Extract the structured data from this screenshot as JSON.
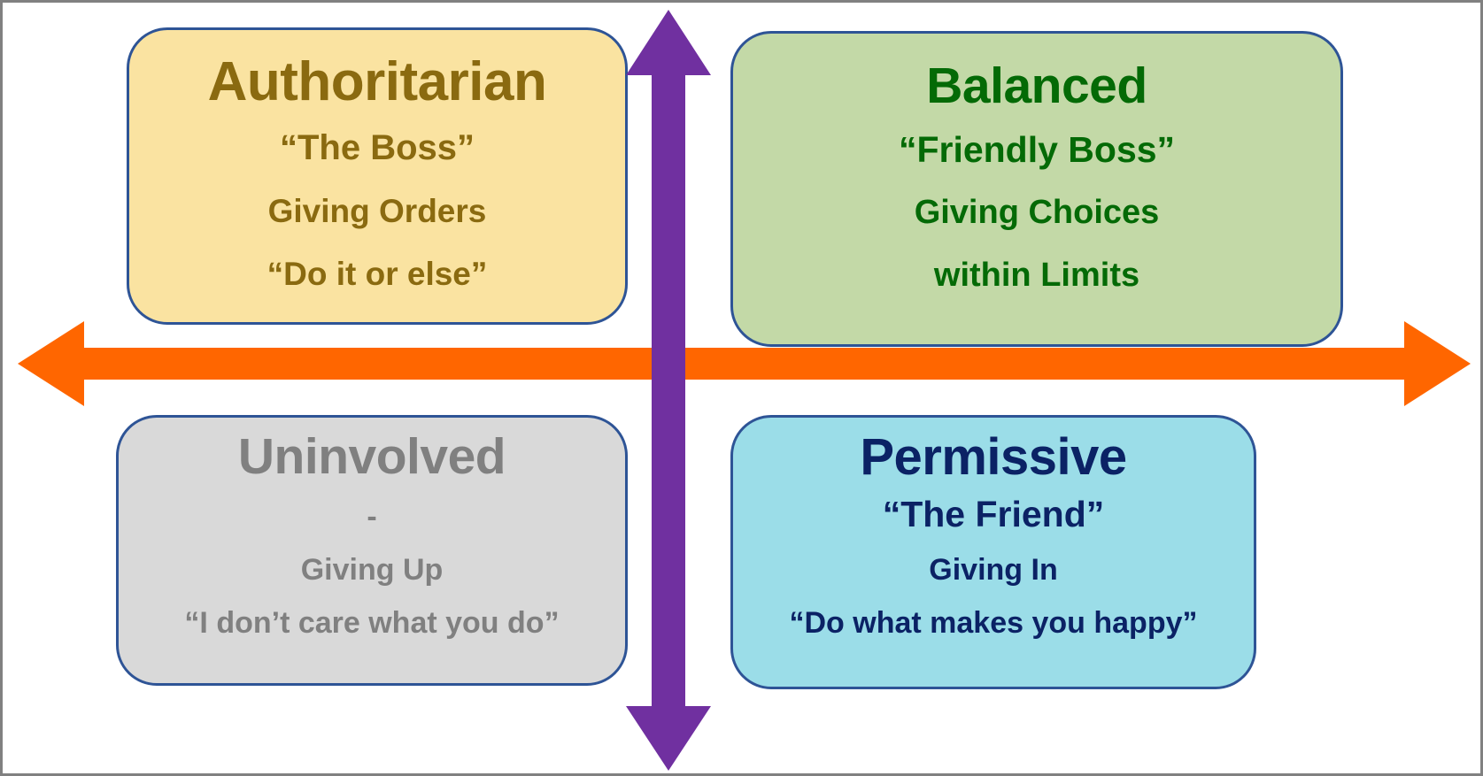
{
  "diagram": {
    "title": "Parenting Styles Quadrant",
    "axes": {
      "horizontal": {
        "name": "horizontal-axis-arrow",
        "color": "#ff6600",
        "style": "double-headed",
        "label": ""
      },
      "vertical": {
        "name": "vertical-axis-arrow",
        "color": "#7030a0",
        "style": "double-headed",
        "label": ""
      }
    },
    "border_color": "#808080",
    "card_border_color": "#2e5496"
  },
  "quadrants": [
    {
      "id": "authoritarian",
      "position": "top-left",
      "title": "Authoritarian",
      "nickname": "“The Boss”",
      "desc_line1": "Giving Orders",
      "desc_line2": "“Do it or else”",
      "fill": "#fae3a1",
      "text_color": "#8a6a10"
    },
    {
      "id": "balanced",
      "position": "top-right",
      "title": "Balanced",
      "nickname": "“Friendly Boss”",
      "desc_line1": "Giving Choices",
      "desc_line2": "within Limits",
      "fill": "#c3d9a7",
      "text_color": "#046a06"
    },
    {
      "id": "uninvolved",
      "position": "bottom-left",
      "title": "Uninvolved",
      "nickname": "-",
      "desc_line1": "Giving Up",
      "desc_line2": "“I don’t care what you do”",
      "fill": "#d9d9d9",
      "text_color": "#808080"
    },
    {
      "id": "permissive",
      "position": "bottom-right",
      "title": "Permissive",
      "nickname": "“The Friend”",
      "desc_line1": "Giving In",
      "desc_line2": "“Do what makes you happy”",
      "fill": "#9bdde8",
      "text_color": "#0b2265"
    }
  ]
}
